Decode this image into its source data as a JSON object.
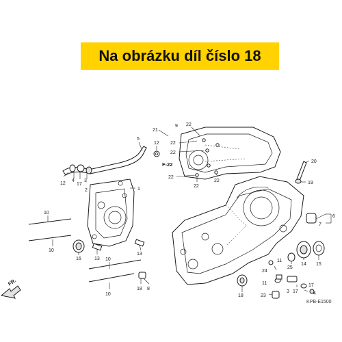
{
  "banner": {
    "text": "Na obrázku díl číslo 18",
    "color": "#ffd200"
  },
  "labels": {
    "p1": "1",
    "p2": "2",
    "p3": "3",
    "p4": "4",
    "p5": "5",
    "p6": "6",
    "p7": "7",
    "p8": "8",
    "p9": "9",
    "p10": "10",
    "p11": "11",
    "p12": "12",
    "p13": "13",
    "p14": "14",
    "p15": "15",
    "p16": "16",
    "p17": "17",
    "p18": "18",
    "p19": "19",
    "p20": "20",
    "p21": "21",
    "p22": "22",
    "p23": "23",
    "p24": "24",
    "p25": "25"
  },
  "ref": "F-22",
  "direction": "FR.",
  "code": "KPB-E1500"
}
